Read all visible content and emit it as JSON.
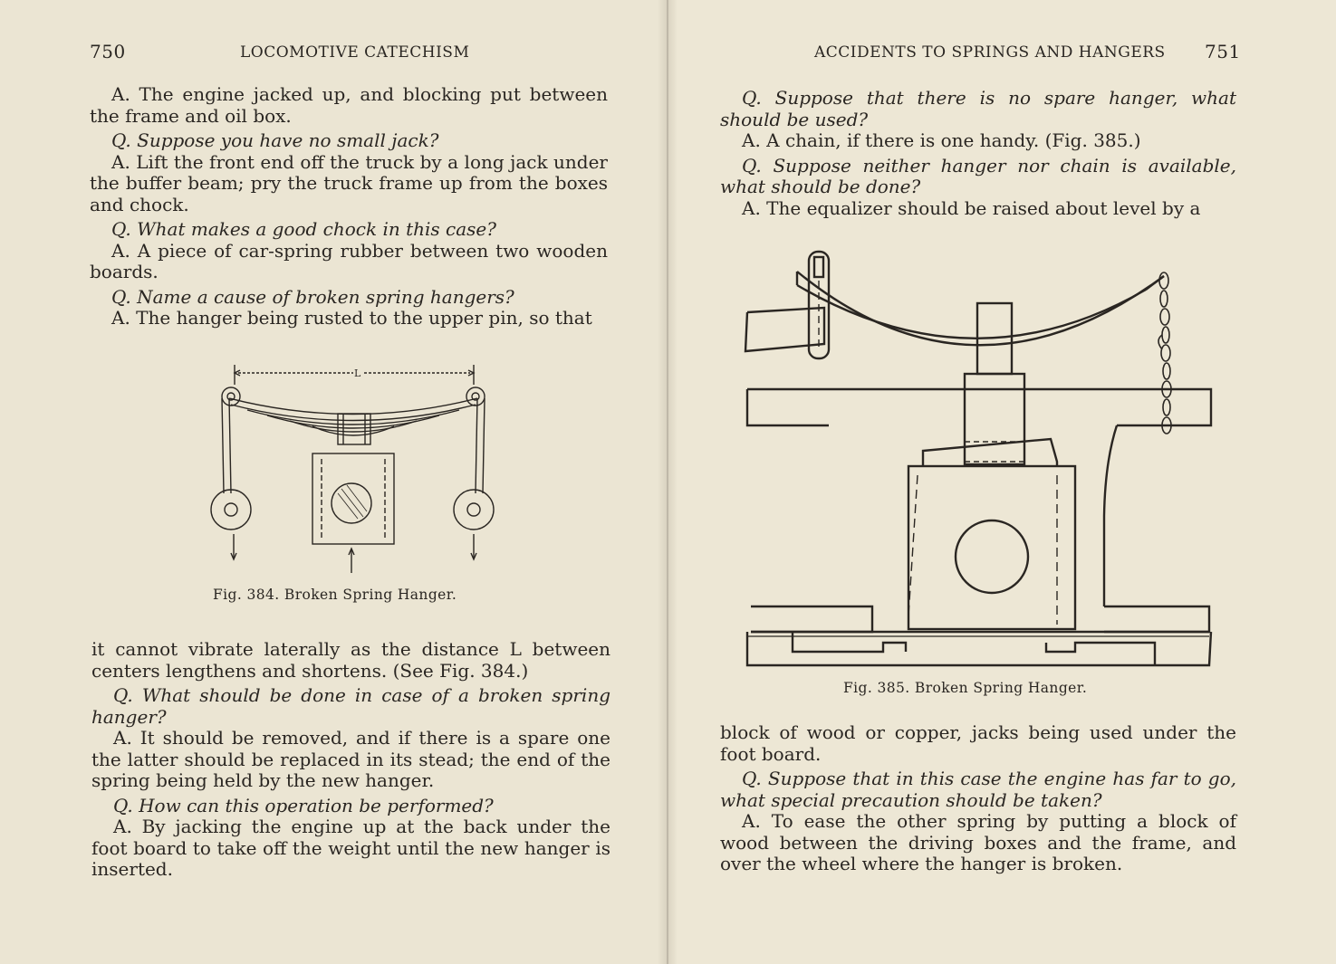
{
  "left": {
    "page_number": "750",
    "running_head": "LOCOMOTIVE CATECHISM",
    "upper_paragraphs": [
      {
        "type": "a",
        "text": "A. The engine jacked up, and blocking put between the frame and oil box."
      },
      {
        "type": "q",
        "text": "Q. Suppose you have no small jack?"
      },
      {
        "type": "a",
        "text": "A. Lift the front end off the truck by a long jack under the buffer beam; pry the truck frame up from the boxes and chock."
      },
      {
        "type": "q",
        "text": "Q. What makes a good chock in this case?"
      },
      {
        "type": "a",
        "text": "A. A piece of car-spring rubber between two wooden boards."
      },
      {
        "type": "q",
        "text": "Q. Name a cause of broken spring hangers?"
      },
      {
        "type": "a",
        "text": "A. The hanger being rusted to the upper pin, so that"
      }
    ],
    "figure": {
      "dimension_label": "L",
      "caption": "Fig. 384.   Broken Spring Hanger."
    },
    "lower_paragraphs": [
      {
        "type": "cont",
        "text": "it cannot vibrate laterally as the distance L between centers lengthens and shortens.  (See Fig. 384.)"
      },
      {
        "type": "q",
        "text": "Q. What should be done in case of a broken spring hanger?"
      },
      {
        "type": "a",
        "text": "A. It should be removed, and if there is a spare one the latter should be replaced in its stead; the end of the spring being held by the new hanger."
      },
      {
        "type": "q",
        "text": "Q. How can this operation be performed?"
      },
      {
        "type": "a",
        "text": "A. By jacking the engine up at the back under the foot board to take off the weight until the new hanger is inserted."
      }
    ]
  },
  "right": {
    "page_number": "751",
    "running_head": "ACCIDENTS TO SPRINGS AND HANGERS",
    "upper_paragraphs": [
      {
        "type": "q",
        "text": "Q. Suppose that there is no spare hanger, what should be used?"
      },
      {
        "type": "a",
        "text": "A. A chain, if there is one handy.  (Fig. 385.)"
      },
      {
        "type": "q",
        "text": "Q. Suppose neither hanger nor chain is available, what should be done?"
      },
      {
        "type": "a",
        "text": "A. The equalizer should be raised about level by a"
      }
    ],
    "figure": {
      "caption": "Fig. 385.   Broken Spring Hanger."
    },
    "lower_paragraphs": [
      {
        "type": "cont",
        "text": "block of wood or copper, jacks being used under the foot board."
      },
      {
        "type": "q",
        "text": "Q. Suppose that in this case the engine has far to go, what special precaution should be taken?"
      },
      {
        "type": "a",
        "text": "A. To ease the other spring by putting a block of wood between the driving boxes and the frame, and over the wheel where the hanger is broken."
      }
    ]
  }
}
